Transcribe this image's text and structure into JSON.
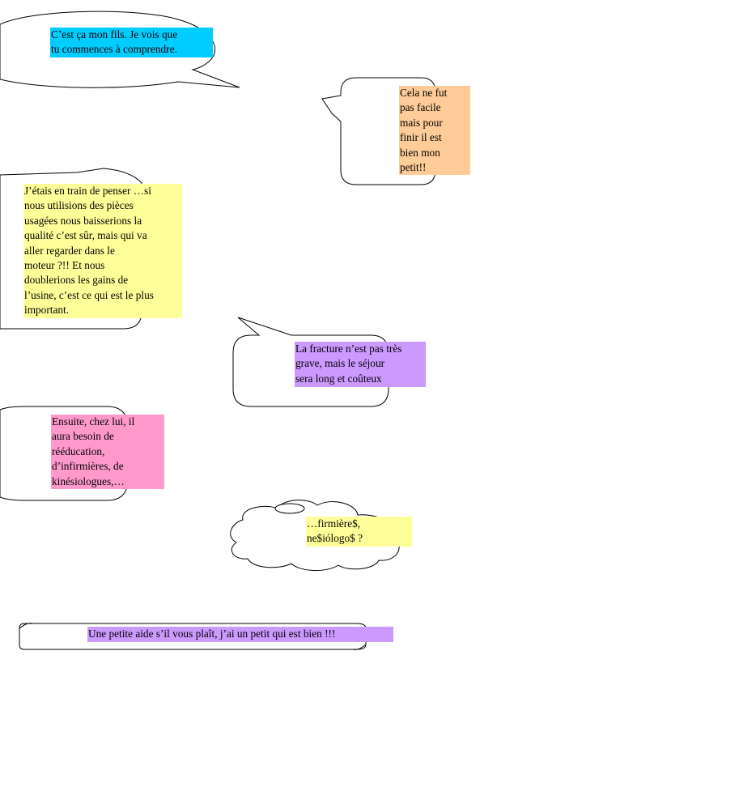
{
  "bubbles": [
    {
      "id": "b1",
      "shape": "ellipse-callout",
      "text": "C’est ça mon fils. Je vois que\ntu commences   à comprendre.",
      "color": "#00ccff"
    },
    {
      "id": "b2",
      "shape": "rounded-rect-callout",
      "text": "Cela ne fut\npas facile\nmais pour\nfinir il est\nbien  mon\npetit!!",
      "color": "#ffcc99"
    },
    {
      "id": "b3",
      "shape": "rounded-rect-callout",
      "text": "J’étais en train de penser …si\nnous utilisions des pièces\nusagées nous baisserions la\nqualité c’est sûr, mais qui va\naller regarder dans le\nmoteur ?!! Et nous\ndoublerions les gains de\nl’usine, c’est ce qui est le plus\nimportant.",
      "color": "#ffff99"
    },
    {
      "id": "b4",
      "shape": "rounded-rect-callout",
      "text": "La fracture n’est pas très\ngrave, mais le séjour\nsera long et coûteux",
      "color": "#cc99ff"
    },
    {
      "id": "b5",
      "shape": "rounded-rect",
      "text": "Ensuite, chez lui, il\naura besoin de\nrééducation,\nd’infirmières, de\nkinésiologues,…",
      "color": "#ff99cc"
    },
    {
      "id": "b6",
      "shape": "thought-cloud",
      "text": "…firmière$,\nne$iólogo$ ?",
      "color": "#ffff99"
    },
    {
      "id": "b7",
      "shape": "scroll-banner",
      "text": "Une petite aide s’il vous plaît, j’ai un petit qui est bien !!!",
      "color": "#cc99ff"
    }
  ]
}
